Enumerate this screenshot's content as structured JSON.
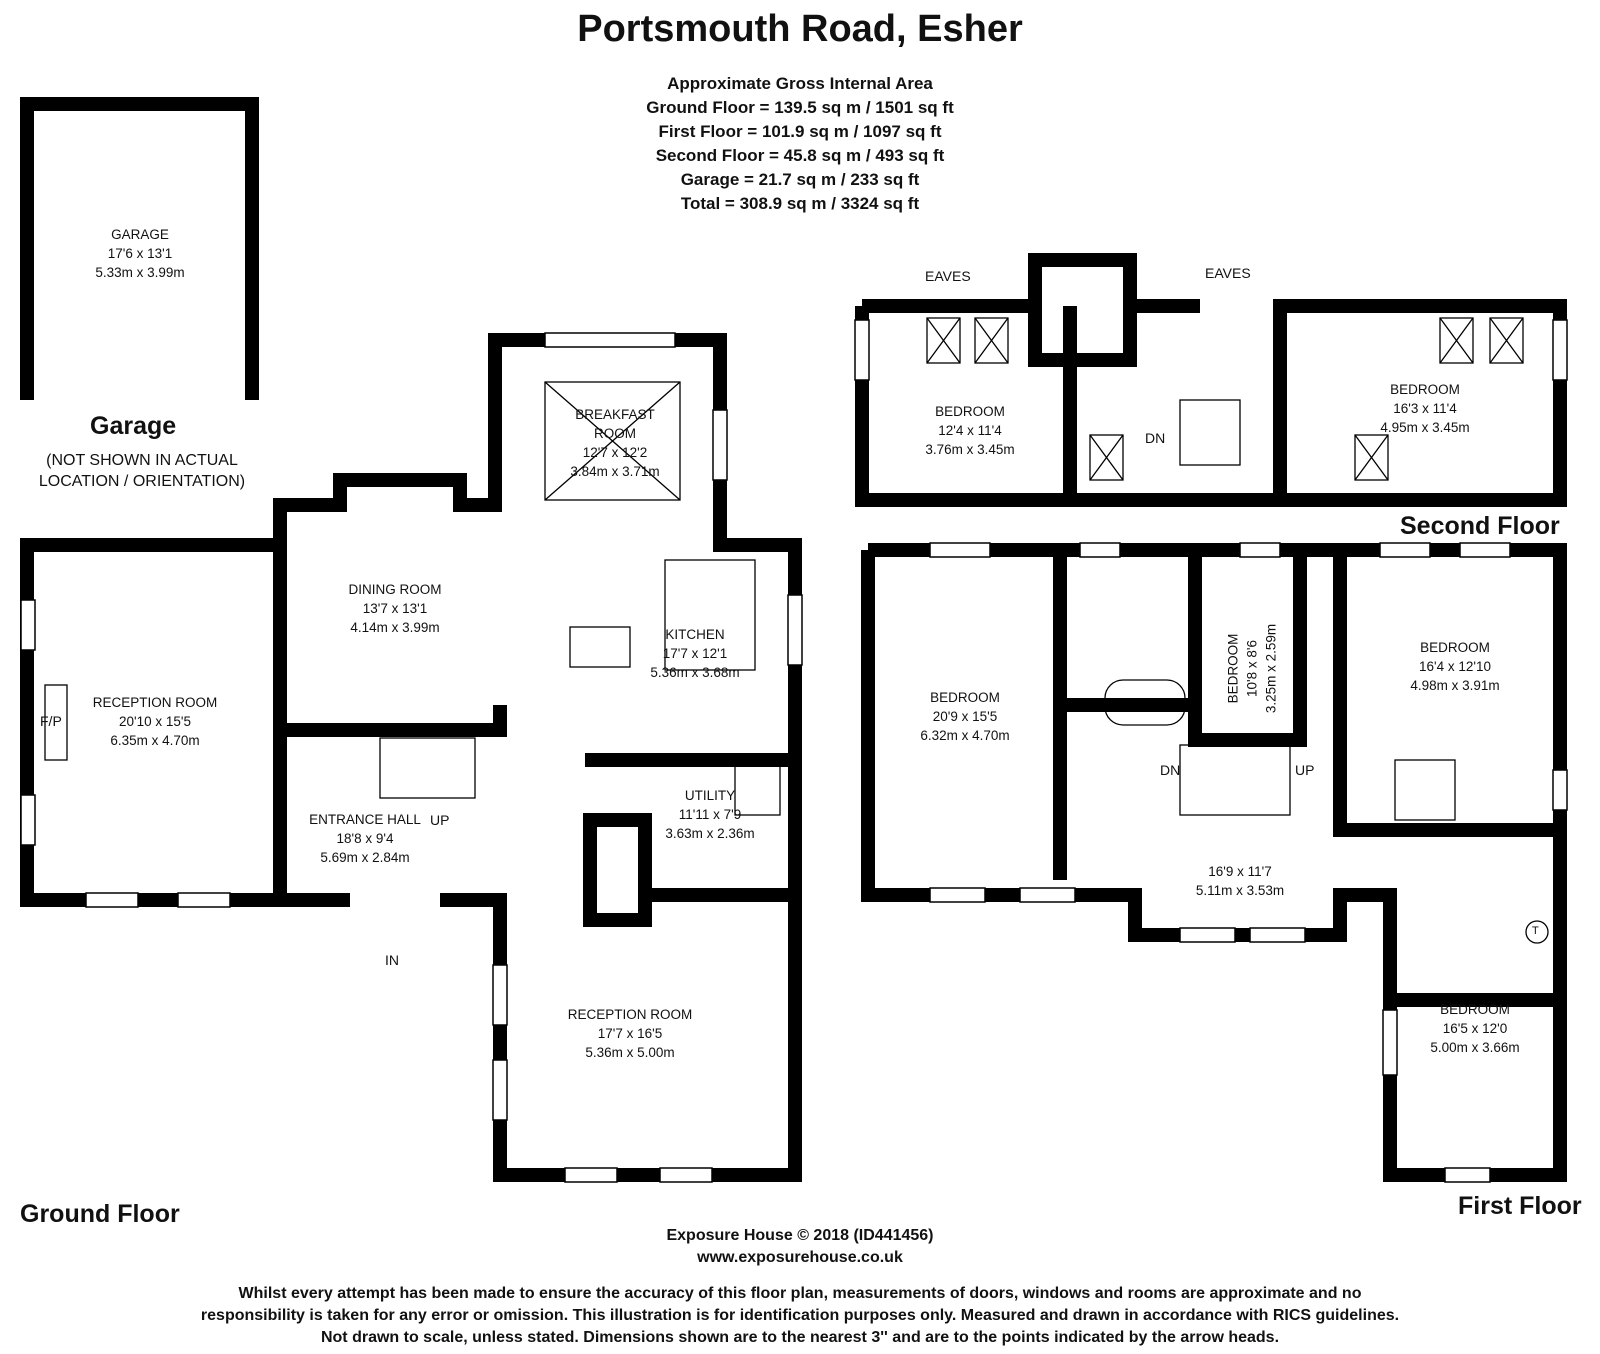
{
  "title": "Portsmouth Road, Esher",
  "area": {
    "heading": "Approximate Gross Internal Area",
    "ground": "Ground Floor = 139.5 sq m / 1501 sq ft",
    "first": "First Floor = 101.9 sq m / 1097 sq ft",
    "second": "Second Floor = 45.8 sq m / 493 sq ft",
    "garage": "Garage = 21.7 sq m / 233 sq ft",
    "total": "Total = 308.9 sq m / 3324 sq ft"
  },
  "labels": {
    "garage": "Garage",
    "garage_note_1": "(NOT SHOWN IN ACTUAL",
    "garage_note_2": "LOCATION / ORIENTATION)",
    "ground_floor": "Ground Floor",
    "first_floor": "First Floor",
    "second_floor": "Second Floor",
    "eaves": "EAVES",
    "dn": "DN",
    "up": "UP",
    "in": "IN",
    "fp": "F/P",
    "t": "T"
  },
  "rooms": {
    "garage": {
      "name": "GARAGE",
      "imp": "17'6 x 13'1",
      "met": "5.33m x 3.99m"
    },
    "breakfast": {
      "name1": "BREAKFAST",
      "name2": "ROOM",
      "imp": "12'7 x 12'2",
      "met": "3.84m x 3.71m"
    },
    "dining": {
      "name": "DINING ROOM",
      "imp": "13'7 x 13'1",
      "met": "4.14m x 3.99m"
    },
    "kitchen": {
      "name": "KITCHEN",
      "imp": "17'7 x 12'1",
      "met": "5.36m x 3.68m"
    },
    "reception1": {
      "name": "RECEPTION ROOM",
      "imp": "20'10 x 15'5",
      "met": "6.35m x 4.70m"
    },
    "hall": {
      "name": "ENTRANCE HALL",
      "imp": "18'8 x 9'4",
      "met": "5.69m x 2.84m"
    },
    "utility": {
      "name": "UTILITY",
      "imp": "11'11 x 7'9",
      "met": "3.63m x 2.36m"
    },
    "reception2": {
      "name": "RECEPTION ROOM",
      "imp": "17'7 x 16'5",
      "met": "5.36m x 5.00m"
    },
    "sbed1": {
      "name": "BEDROOM",
      "imp": "12'4 x 11'4",
      "met": "3.76m x 3.45m"
    },
    "sbed2": {
      "name": "BEDROOM",
      "imp": "16'3 x 11'4",
      "met": "4.95m x 3.45m"
    },
    "fbed1": {
      "name": "BEDROOM",
      "imp": "20'9 x 15'5",
      "met": "6.32m x 4.70m"
    },
    "fbed2": {
      "name": "BEDROOM",
      "imp": "10'8 x 8'6",
      "met": "3.25m x 2.59m"
    },
    "fbed3": {
      "name": "BEDROOM",
      "imp": "16'4 x 12'10",
      "met": "4.98m x 3.91m"
    },
    "landing": {
      "imp": "16'9 x 11'7",
      "met": "5.11m x 3.53m"
    },
    "fbed4": {
      "name": "BEDROOM",
      "imp": "16'5 x 12'0",
      "met": "5.00m x 3.66m"
    }
  },
  "footer": {
    "copyright": "Exposure House © 2018 (ID441456)",
    "website": "www.exposurehouse.co.uk",
    "disclaimer1": "Whilst every attempt has been made to ensure the accuracy of this floor plan, measurements of doors, windows and rooms are approximate and no",
    "disclaimer2": "responsibility is taken for any error or omission. This illustration is for identification purposes only. Measured and drawn in accordance with RICS guidelines.",
    "disclaimer3": "Not drawn to scale, unless stated. Dimensions shown are to the nearest 3'' and are to the points indicated by the arrow heads."
  }
}
